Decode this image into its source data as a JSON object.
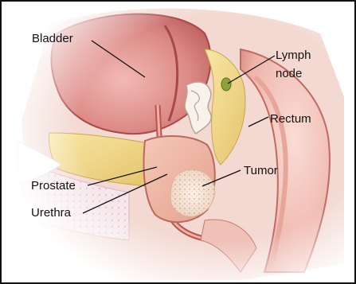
{
  "labels": {
    "bladder": "Bladder",
    "lymph_node": [
      "Lymph",
      "node"
    ],
    "rectum": "Rectum",
    "tumor": "Tumor",
    "prostate": "Prostate",
    "urethra": "Urethra"
  },
  "colors": {
    "bladder_wall": "#c96a6a",
    "bladder_inner": "#e6a2a0",
    "fat": "#f0d98a",
    "prostate": "#f0b8a6",
    "tumor": "#f6e6d6",
    "rectum": "#f3c6bf",
    "tissue_shadow": "#b9554f",
    "leader_line": "#111111"
  }
}
